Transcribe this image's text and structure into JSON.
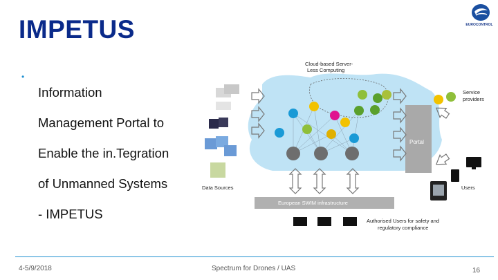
{
  "slide": {
    "title": "IMPETUS",
    "bullet": "Information Management Portal to Enable the in.Tegration of Unmanned Systems - IMPETUS",
    "bullet_lines": [
      "Information",
      "Management Portal to",
      "Enable the in.Tegration",
      "of Unmanned Systems",
      "- IMPETUS"
    ]
  },
  "logo": {
    "text": "EUROCONTROL",
    "color": "#1a3a8a"
  },
  "diagram": {
    "cloud_label": "Cloud-based Server-\nLess Computing",
    "cloud_label_line1": "Cloud-based Server-",
    "cloud_label_line2": "Less Computing",
    "portal_label": "Portal",
    "swim_label": "European SWIM infrastructure",
    "data_sources_label": "Data Sources",
    "service_providers_line1": "Service",
    "service_providers_line2": "providers",
    "users_label": "Users",
    "authorised_line1": "Authorised Users for safety and",
    "authorised_line2": "regulatory compliance"
  },
  "footer": {
    "date": "4-5/9/2018",
    "center": "Spectrum for Drones / UAS",
    "page": "16"
  },
  "colors": {
    "title": "#0a2a8a",
    "accent": "#1e8fd0",
    "cloud": "#bfe3f5",
    "portal": "#a9a9a9",
    "swim_bar": "#b0b0b0"
  }
}
